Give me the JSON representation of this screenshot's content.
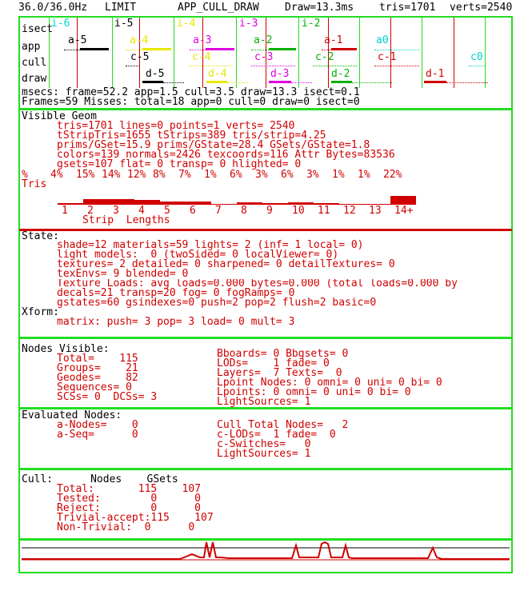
{
  "header": {
    "rate": "36.0/36.0Hz",
    "mode": "LIMIT",
    "process": "APP_CULL_DRAW",
    "draw": "Draw=13.3ms",
    "tris": "tris=1701",
    "verts": "verts=2540"
  },
  "timing": {
    "row_labels": [
      "isect",
      "app",
      "cull",
      "draw"
    ],
    "isect_frames": [
      "i-6",
      "i-5",
      "i-4",
      "i-3",
      "i-2"
    ],
    "app_frames": [
      "a-5",
      "a-4",
      "a-3",
      "a-2",
      "a-1",
      "a0"
    ],
    "cull_frames": [
      "c-5",
      "c-4",
      "c-3",
      "c-2",
      "c-1",
      "c0"
    ],
    "draw_frames": [
      "d-5",
      "d-4",
      "d-3",
      "d-2",
      "d-1"
    ],
    "msecs": "msecs: frame=52.2 app=1.5 cull=3.5 draw=13.3 isect=0.1",
    "frames": "Frames=59 Misses: total=18 app=0 cull=0 draw=0 isect=0"
  },
  "geom": {
    "title": "Visible Geom",
    "lines": [
      "tris=1701 lines=0 points=1 verts= 2540",
      "tStripTris=1655 tStrips=389 tris/strip=4.25",
      "prims/GSet=15.9 prims/GState=28.4 GSets/GState=1.8",
      "colors=139 normals=2426 texcoords=116 Attr Bytes=83536",
      "gsets=107 flat= 0 transp= 0 hlighted= 0"
    ],
    "pct_label": "%",
    "pct_values": [
      "4%",
      "15%",
      "14%",
      "12%",
      "8%",
      "7%",
      "1%",
      "6%",
      "3%",
      "6%",
      "3%",
      "1%",
      "1%",
      "22%"
    ],
    "hist_label": "Tris",
    "strip_lengths": [
      "1",
      "2",
      "3",
      "4",
      "5",
      "6",
      "7",
      "8",
      "9",
      "10",
      "11",
      "12",
      "13",
      "14+"
    ],
    "hist_values": [
      4,
      15,
      14,
      12,
      8,
      7,
      1,
      6,
      3,
      6,
      3,
      1,
      1,
      22
    ],
    "axis_label": "Strip  Lengths"
  },
  "state": {
    "title": "State:",
    "lines": [
      "shade=12 materials=59 lights= 2 (inf= 1 local= 0)",
      "light models:  0 (twoSided= 0 localViewer= 0)",
      "textures= 2 detailed= 0 sharpened= 0 detailTextures= 0",
      "texEnvs= 9 blended= 0",
      "Texture Loads: avg loads=0.000 bytes=0.000 (total loads=0.000 by",
      "decals=21 transp=20 fog= 0 fogRamps= 0",
      "gstates=60 gsindexes=0 push=2 pop=2 flush=2 basic=0"
    ],
    "xform_title": "Xform:",
    "xform": "matrix: push= 3 pop= 3 load= 0 mult= 3"
  },
  "nodes": {
    "title": "Nodes Visible:",
    "left": [
      "Total=    115",
      "Groups=    21",
      "Geodes=    82",
      "Sequences= 0",
      "SCSs= 0  DCSs= 3"
    ],
    "right": [
      "Bboards= 0 Bbgsets= 0",
      "LODs=    1 fade= 0",
      "Layers=  7 Texts=  0",
      "Lpoint Nodes: 0 omni= 0 uni= 0 bi= 0",
      "Lpoints: 0 omni= 0 uni= 0 bi= 0",
      "LightSources= 1"
    ]
  },
  "evaluated": {
    "title": "Evaluated Nodes:",
    "left": [
      "a-Nodes=    0",
      "a-Seq=      0"
    ],
    "right": [
      "Cull Total Nodes=   2",
      "c-LODs=  1 fade=  0",
      "c-Switches=   0",
      "LightSources= 1"
    ]
  },
  "cull": {
    "title": "Cull:      Nodes    GSets",
    "rows": [
      "Total:       115    107",
      "Tested:        0      0",
      "Reject:        0      0",
      "Trivial-accept:115    107",
      "Non-Trivial:  0      0"
    ]
  },
  "colors": {
    "frame": "#22dd22",
    "text": "#d00000",
    "black": "#000000",
    "cyan": "#00d0d0",
    "yellow": "#e8e800",
    "magenta": "#e000e0",
    "green": "#00b000"
  }
}
